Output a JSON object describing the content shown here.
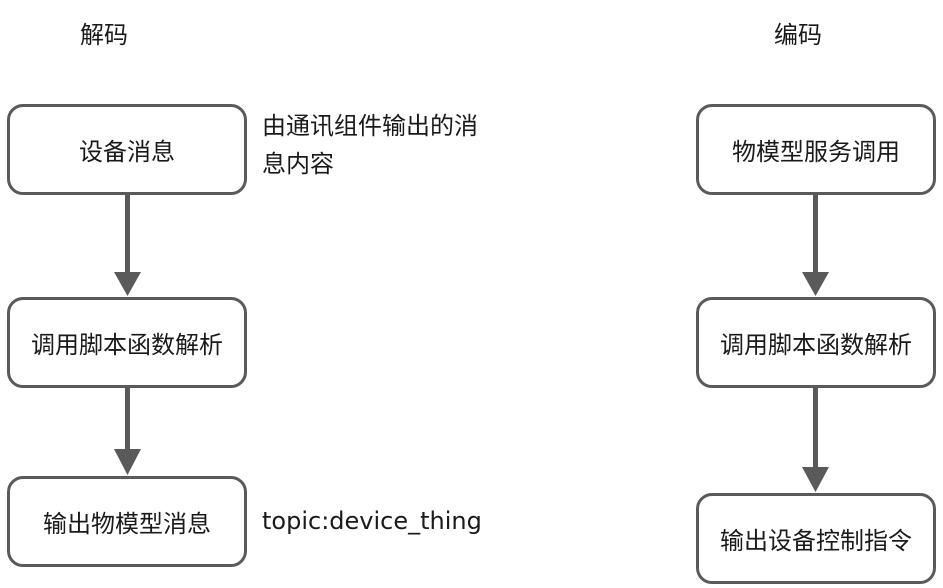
{
  "decode": {
    "title": "解码",
    "steps": [
      "设备消息",
      "调用脚本函数解析",
      "输出物模型消息"
    ],
    "note_input": [
      "由通讯组件输出的消",
      "息内容"
    ],
    "note_output": "topic:device_thing"
  },
  "encode": {
    "title": "编码",
    "steps": [
      "物模型服务调用",
      "调用脚本函数解析",
      "输出设备控制指令"
    ]
  },
  "colors": {
    "stroke": "#5a5a5a",
    "text": "#1a1a1a",
    "background": "#ffffff"
  }
}
